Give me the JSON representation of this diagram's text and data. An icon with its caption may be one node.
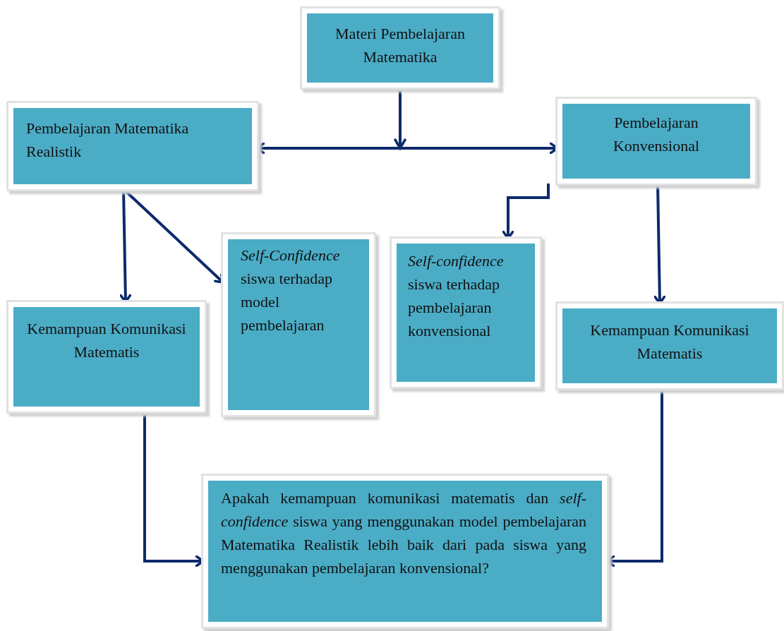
{
  "diagram": {
    "nodes": [
      {
        "text": [
          "Materi Pembelajaran Matematika"
        ]
      },
      {
        "text": [
          "Pembelajaran Matematika Realistik"
        ]
      },
      {
        "text": [
          "Pembelajaran Konvensional"
        ]
      },
      {
        "text": [
          "Kemampuan Komunikasi Matematis"
        ]
      },
      {
        "text": [
          "*Self-Confidence* siswa terhadap model pembelajaran"
        ]
      },
      {
        "text": [
          "*Self-confidence* siswa terhadap pembelajaran konvensional"
        ]
      },
      {
        "text": [
          "Kemampuan Komunikasi Matematis"
        ]
      },
      {
        "text": [
          "Apakah kemampuan komunikasi matematis dan *self-confidence* siswa yang menggunakan model pembelajaran Matematika Realistik lebih baik dari pada siswa yang menggunakan pembelajaran konvensional?"
        ]
      }
    ],
    "edges": [
      {
        "from": 0,
        "to": 1,
        "arrow": "to"
      },
      {
        "from": 0,
        "to": 2,
        "arrow": "to"
      },
      {
        "from": 1,
        "to": 3,
        "arrow": "to"
      },
      {
        "from": 1,
        "to": 4,
        "arrow": "to"
      },
      {
        "from": 2,
        "to": 5,
        "arrow": "to"
      },
      {
        "from": 2,
        "to": 6,
        "arrow": "to"
      },
      {
        "from": 3,
        "to": 7,
        "arrow": "to"
      },
      {
        "from": 6,
        "to": 7,
        "arrow": "to"
      }
    ]
  }
}
